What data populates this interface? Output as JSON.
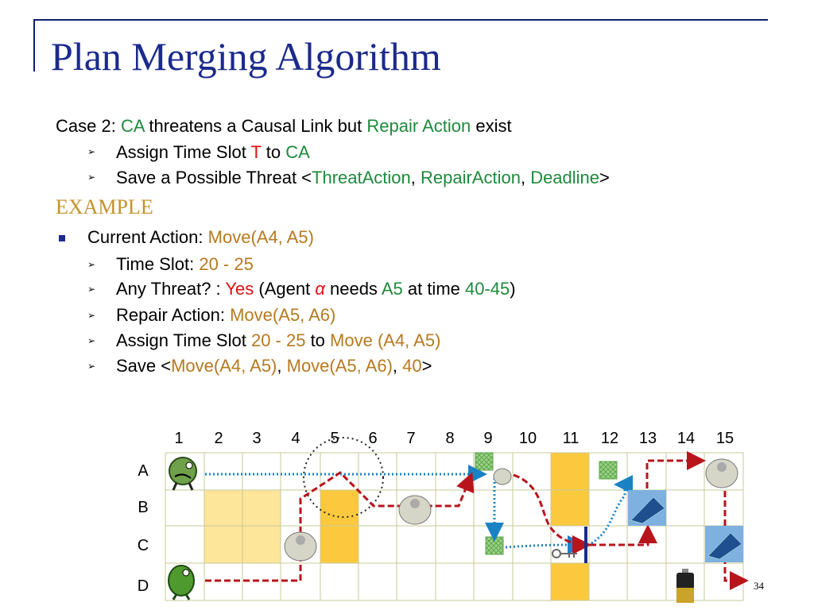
{
  "slide": {
    "title": "Plan Merging Algorithm",
    "page_number": "34",
    "example_heading": "EXAMPLE"
  },
  "case": {
    "prefix": "Case 2: ",
    "ca": "CA",
    "mid": " threatens a Causal Link but ",
    "repair": "Repair Action",
    "suffix": " exist",
    "sub1": {
      "text": "Assign Time Slot ",
      "t": "T",
      "to": " to ",
      "ca": "CA"
    },
    "sub2": {
      "text": "Save a Possible Threat <",
      "threat": "ThreatAction",
      "comma1": ", ",
      "repair": "RepairAction",
      "comma2": ", ",
      "deadline": "Deadline",
      "end": ">"
    }
  },
  "current": {
    "label": "Current Action: ",
    "value": "Move(A4, A5)",
    "items": {
      "slot_label": "Time Slot: ",
      "slot_value": "20 - 25",
      "threat_label": "Any Threat? : ",
      "threat_yes": "Yes",
      "threat_open": " (Agent ",
      "threat_alpha": "α",
      "threat_needs": " needs ",
      "threat_cell": "A5",
      "threat_at": " at time ",
      "threat_time": "40-45",
      "threat_close": ")",
      "repair_label": "Repair Action: ",
      "repair_value": "Move(A5, A6)",
      "assign_label": "Assign Time Slot ",
      "assign_slot": "20 - 25",
      "assign_to": " to ",
      "assign_move": "Move (A4, A5)",
      "save_label": "Save <",
      "save_a": "Move(A4, A5)",
      "save_c1": ", ",
      "save_b": "Move(A5, A6)",
      "save_c2": ", ",
      "save_d": "40",
      "save_end": ">"
    }
  },
  "grid": {
    "columns": [
      "1",
      "2",
      "3",
      "4",
      "5",
      "6",
      "7",
      "8",
      "9",
      "10",
      "11",
      "12",
      "13",
      "14",
      "15"
    ],
    "rows": [
      "A",
      "B",
      "C",
      "D"
    ],
    "colors": {
      "light_yellow": "#fde59a",
      "yellow": "#fcc93e",
      "red_path": "#b8141b",
      "blue_path": "#1a82c4"
    }
  }
}
